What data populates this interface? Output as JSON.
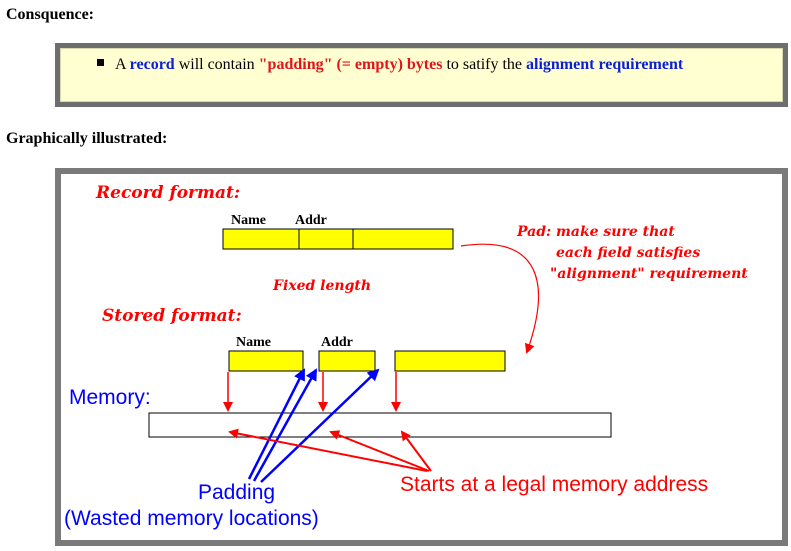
{
  "heading_consequence": "Consquence:",
  "note": {
    "prefix": "A ",
    "record": "record",
    "mid1": " will contain ",
    "padding": "\"padding\" (= empty) bytes",
    "mid2": " to satify the ",
    "alignment": "alignment requirement"
  },
  "heading_illustrated": "Graphically illustrated:",
  "diagram": {
    "record_format": "Record format:",
    "stored_format": "Stored format:",
    "fixed_length": "Fixed length",
    "name": "Name",
    "addr": "Addr",
    "pad_line1": "Pad: make sure that",
    "pad_line2": "each field satisfies",
    "pad_line3": "\"alignment\" requirement",
    "memory": "Memory:",
    "padding": "Padding",
    "wasted": "(Wasted memory locations)",
    "starts": "Starts at a legal memory address"
  },
  "colors": {
    "field_fill": "#ffff00",
    "red": "#ff0000",
    "blue": "#0000ff",
    "note_bg": "#ffffd2",
    "frame_gray": "#7a7a7a"
  }
}
